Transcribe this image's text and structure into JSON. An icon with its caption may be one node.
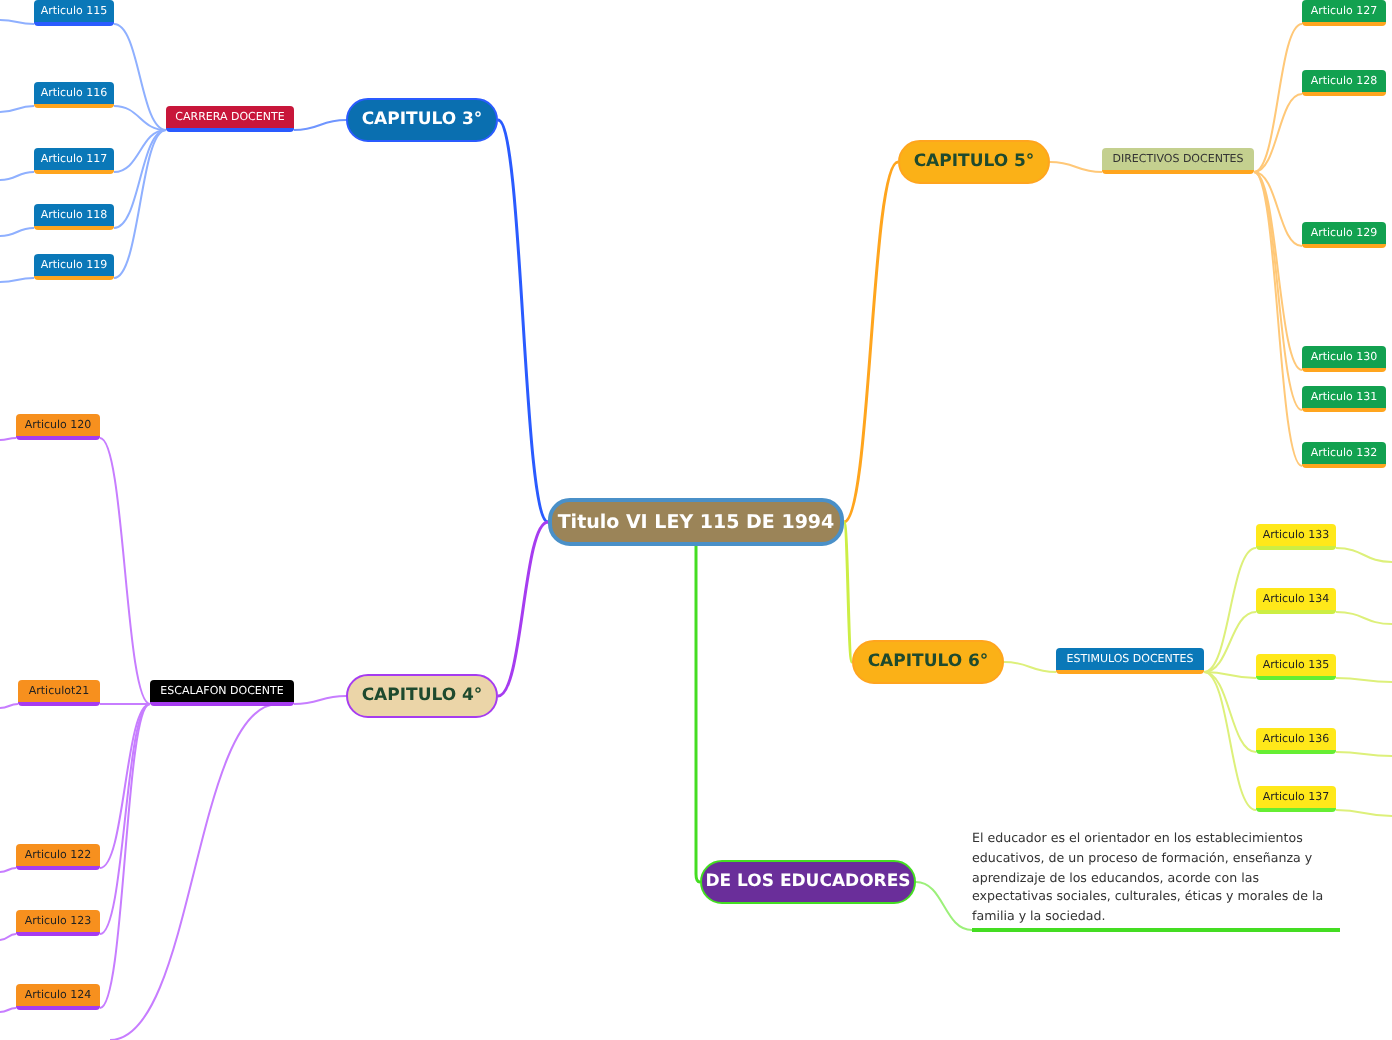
{
  "diagram": {
    "nodes": [
      {
        "text": [
          "Titulo VI LEY 115 DE 1994"
        ]
      },
      {
        "text": [
          "CAPITULO 3°"
        ]
      },
      {
        "text": [
          "CARRERA DOCENTE"
        ]
      },
      {
        "text": [
          "Articulo 115"
        ]
      },
      {
        "text": [
          "Articulo 116"
        ]
      },
      {
        "text": [
          "Articulo 117"
        ]
      },
      {
        "text": [
          "Articulo 118"
        ]
      },
      {
        "text": [
          "Articulo 119"
        ]
      },
      {
        "text": [
          "CAPITULO 5°"
        ]
      },
      {
        "text": [
          "DIRECTIVOS DOCENTES"
        ]
      },
      {
        "text": [
          "Articulo 127"
        ]
      },
      {
        "text": [
          "Articulo 128"
        ]
      },
      {
        "text": [
          "Articulo 129"
        ]
      },
      {
        "text": [
          "Articulo 130"
        ]
      },
      {
        "text": [
          "Articulo 131"
        ]
      },
      {
        "text": [
          "Articulo 132"
        ]
      },
      {
        "text": [
          "CAPITULO 4°"
        ]
      },
      {
        "text": [
          "ESCALAFON DOCENTE"
        ]
      },
      {
        "text": [
          "Articulo 120"
        ]
      },
      {
        "text": [
          "Articulot21"
        ]
      },
      {
        "text": [
          "Articulo 122"
        ]
      },
      {
        "text": [
          "Articulo 123"
        ]
      },
      {
        "text": [
          "Articulo 124"
        ]
      },
      {
        "text": [
          "CAPITULO 6°"
        ]
      },
      {
        "text": [
          "ESTIMULOS DOCENTES"
        ]
      },
      {
        "text": [
          "Articulo 133"
        ]
      },
      {
        "text": [
          "Articulo 134"
        ]
      },
      {
        "text": [
          "Articulo 135"
        ]
      },
      {
        "text": [
          "Articulo 136"
        ]
      },
      {
        "text": [
          "Articulo 137"
        ]
      },
      {
        "text": [
          "DE LOS EDUCADORES"
        ]
      },
      {
        "text": [
          "El educador es el orientador en los establecimientos educativos, de un proceso de formación, enseñanza y aprendizaje de los educandos, acorde con las expectativas sociales, culturales, éticas y morales de la familia y la sociedad."
        ]
      }
    ],
    "edges": [
      {
        "from": 0,
        "to": 1,
        "arrow": "none",
        "color": "#2a5bff"
      },
      {
        "from": 1,
        "to": 2,
        "arrow": "none",
        "color": "#6f95ff"
      },
      {
        "from": 2,
        "to": 3,
        "arrow": "none",
        "color": "#8fb0ff"
      },
      {
        "from": 2,
        "to": 4,
        "arrow": "none",
        "color": "#8fb0ff"
      },
      {
        "from": 2,
        "to": 5,
        "arrow": "none",
        "color": "#8fb0ff"
      },
      {
        "from": 2,
        "to": 6,
        "arrow": "none",
        "color": "#8fb0ff"
      },
      {
        "from": 2,
        "to": 7,
        "arrow": "none",
        "color": "#8fb0ff"
      },
      {
        "from": 3,
        "to": null,
        "arrow": "none",
        "color": "#8fb0ff"
      },
      {
        "from": 4,
        "to": null,
        "arrow": "none",
        "color": "#8fb0ff"
      },
      {
        "from": 5,
        "to": null,
        "arrow": "none",
        "color": "#8fb0ff"
      },
      {
        "from": 6,
        "to": null,
        "arrow": "none",
        "color": "#8fb0ff"
      },
      {
        "from": 7,
        "to": null,
        "arrow": "none",
        "color": "#8fb0ff"
      },
      {
        "from": 0,
        "to": 8,
        "arrow": "none",
        "color": "#ffa51e"
      },
      {
        "from": 8,
        "to": 9,
        "arrow": "none",
        "color": "#ffc878"
      },
      {
        "from": 9,
        "to": 10,
        "arrow": "none",
        "color": "#ffc878"
      },
      {
        "from": 9,
        "to": 11,
        "arrow": "none",
        "color": "#ffc878"
      },
      {
        "from": 9,
        "to": 12,
        "arrow": "none",
        "color": "#ffc878"
      },
      {
        "from": 9,
        "to": 13,
        "arrow": "none",
        "color": "#ffc878"
      },
      {
        "from": 9,
        "to": 14,
        "arrow": "none",
        "color": "#ffc878"
      },
      {
        "from": 9,
        "to": 15,
        "arrow": "none",
        "color": "#ffc878"
      },
      {
        "from": 0,
        "to": 16,
        "arrow": "none",
        "color": "#a63cf0"
      },
      {
        "from": 16,
        "to": 17,
        "arrow": "none",
        "color": "#c77dff"
      },
      {
        "from": 17,
        "to": 18,
        "arrow": "none",
        "color": "#c77dff"
      },
      {
        "from": 17,
        "to": 19,
        "arrow": "none",
        "color": "#c77dff"
      },
      {
        "from": 17,
        "to": 20,
        "arrow": "none",
        "color": "#c77dff"
      },
      {
        "from": 17,
        "to": 21,
        "arrow": "none",
        "color": "#c77dff"
      },
      {
        "from": 17,
        "to": 22,
        "arrow": "none",
        "color": "#c77dff"
      },
      {
        "from": 17,
        "to": null,
        "arrow": "none",
        "color": "#c77dff"
      },
      {
        "from": 18,
        "to": null,
        "arrow": "none",
        "color": "#c77dff"
      },
      {
        "from": 19,
        "to": null,
        "arrow": "none",
        "color": "#c77dff"
      },
      {
        "from": 20,
        "to": null,
        "arrow": "none",
        "color": "#c77dff"
      },
      {
        "from": 21,
        "to": null,
        "arrow": "none",
        "color": "#c77dff"
      },
      {
        "from": 22,
        "to": null,
        "arrow": "none",
        "color": "#c77dff"
      },
      {
        "from": 0,
        "to": 23,
        "arrow": "none",
        "color": "#ccee44"
      },
      {
        "from": 23,
        "to": 24,
        "arrow": "none",
        "color": "#ddf07a"
      },
      {
        "from": 24,
        "to": 25,
        "arrow": "none",
        "color": "#ddf07a"
      },
      {
        "from": 24,
        "to": 26,
        "arrow": "none",
        "color": "#ddf07a"
      },
      {
        "from": 24,
        "to": 27,
        "arrow": "none",
        "color": "#ddf07a"
      },
      {
        "from": 24,
        "to": 28,
        "arrow": "none",
        "color": "#ddf07a"
      },
      {
        "from": 24,
        "to": 29,
        "arrow": "none",
        "color": "#ddf07a"
      },
      {
        "from": 25,
        "to": null,
        "arrow": "none",
        "color": "#ddf07a"
      },
      {
        "from": 26,
        "to": null,
        "arrow": "none",
        "color": "#ddf07a"
      },
      {
        "from": 27,
        "to": null,
        "arrow": "none",
        "color": "#ddf07a"
      },
      {
        "from": 28,
        "to": null,
        "arrow": "none",
        "color": "#ddf07a"
      },
      {
        "from": 29,
        "to": null,
        "arrow": "none",
        "color": "#ddf07a"
      },
      {
        "from": 0,
        "to": 30,
        "arrow": "none",
        "color": "#44dd22"
      },
      {
        "from": 30,
        "to": 31,
        "arrow": "none",
        "color": "#9cf07a"
      }
    ]
  }
}
